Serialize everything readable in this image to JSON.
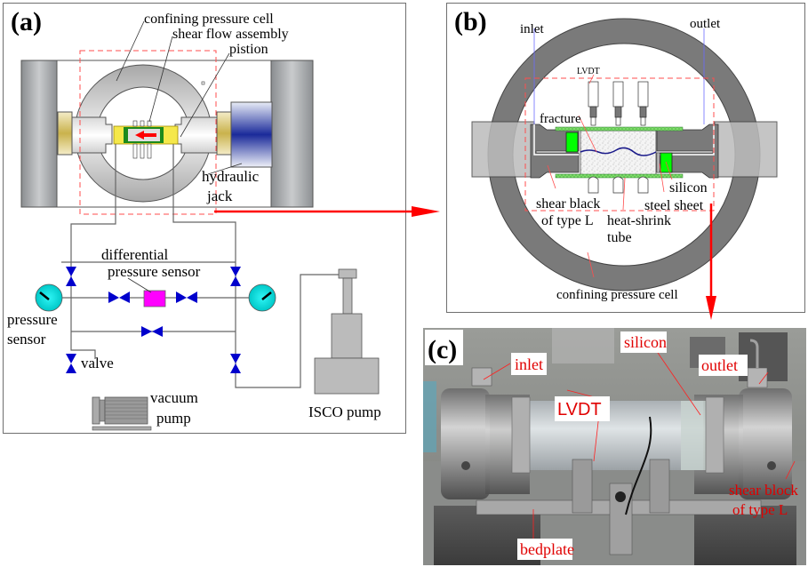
{
  "figure": {
    "panels": [
      {
        "id": "a",
        "letter": "(a)",
        "labels": {
          "confining_pressure_cell": "confining pressure cell",
          "shear_flow_assembly": "shear flow assembly",
          "piston": "pistion",
          "hydraulic": "hydraulic",
          "jack": "jack",
          "differential": "differential",
          "pressure_sensor_diff": "pressure sensor",
          "pressure": "pressure",
          "sensor": "sensor",
          "valve": "valve",
          "vacuum": "vacuum",
          "pump": "pump",
          "isco_pump": "ISCO pump"
        }
      },
      {
        "id": "b",
        "letter": "(b)",
        "labels": {
          "inlet": "inlet",
          "outlet": "outlet",
          "lvdt": "LVDT",
          "fracture": "fracture",
          "silicon": "silicon",
          "steel_sheet": "steel sheet",
          "shear_black": "shear black",
          "of_type_l": "of type L",
          "heat_shrink": "heat-shrink",
          "tube": "tube",
          "confining_pressure_cell": "confining pressure cell"
        }
      },
      {
        "id": "c",
        "letter": "(c)",
        "labels": {
          "inlet": "inlet",
          "silicon": "silicon",
          "outlet": "outlet",
          "lvdt": "LVDT",
          "shear_block": "shear block",
          "of_type_l": "of type L",
          "bedplate": "bedplate"
        }
      }
    ]
  },
  "colors": {
    "arrow": "#ff0000",
    "valve": "#0000cc",
    "gauge": "#00e5e5",
    "diff_sensor": "#ff00ff",
    "steel_green": "#00ff00",
    "jack_blue": "#1a2a9a"
  }
}
